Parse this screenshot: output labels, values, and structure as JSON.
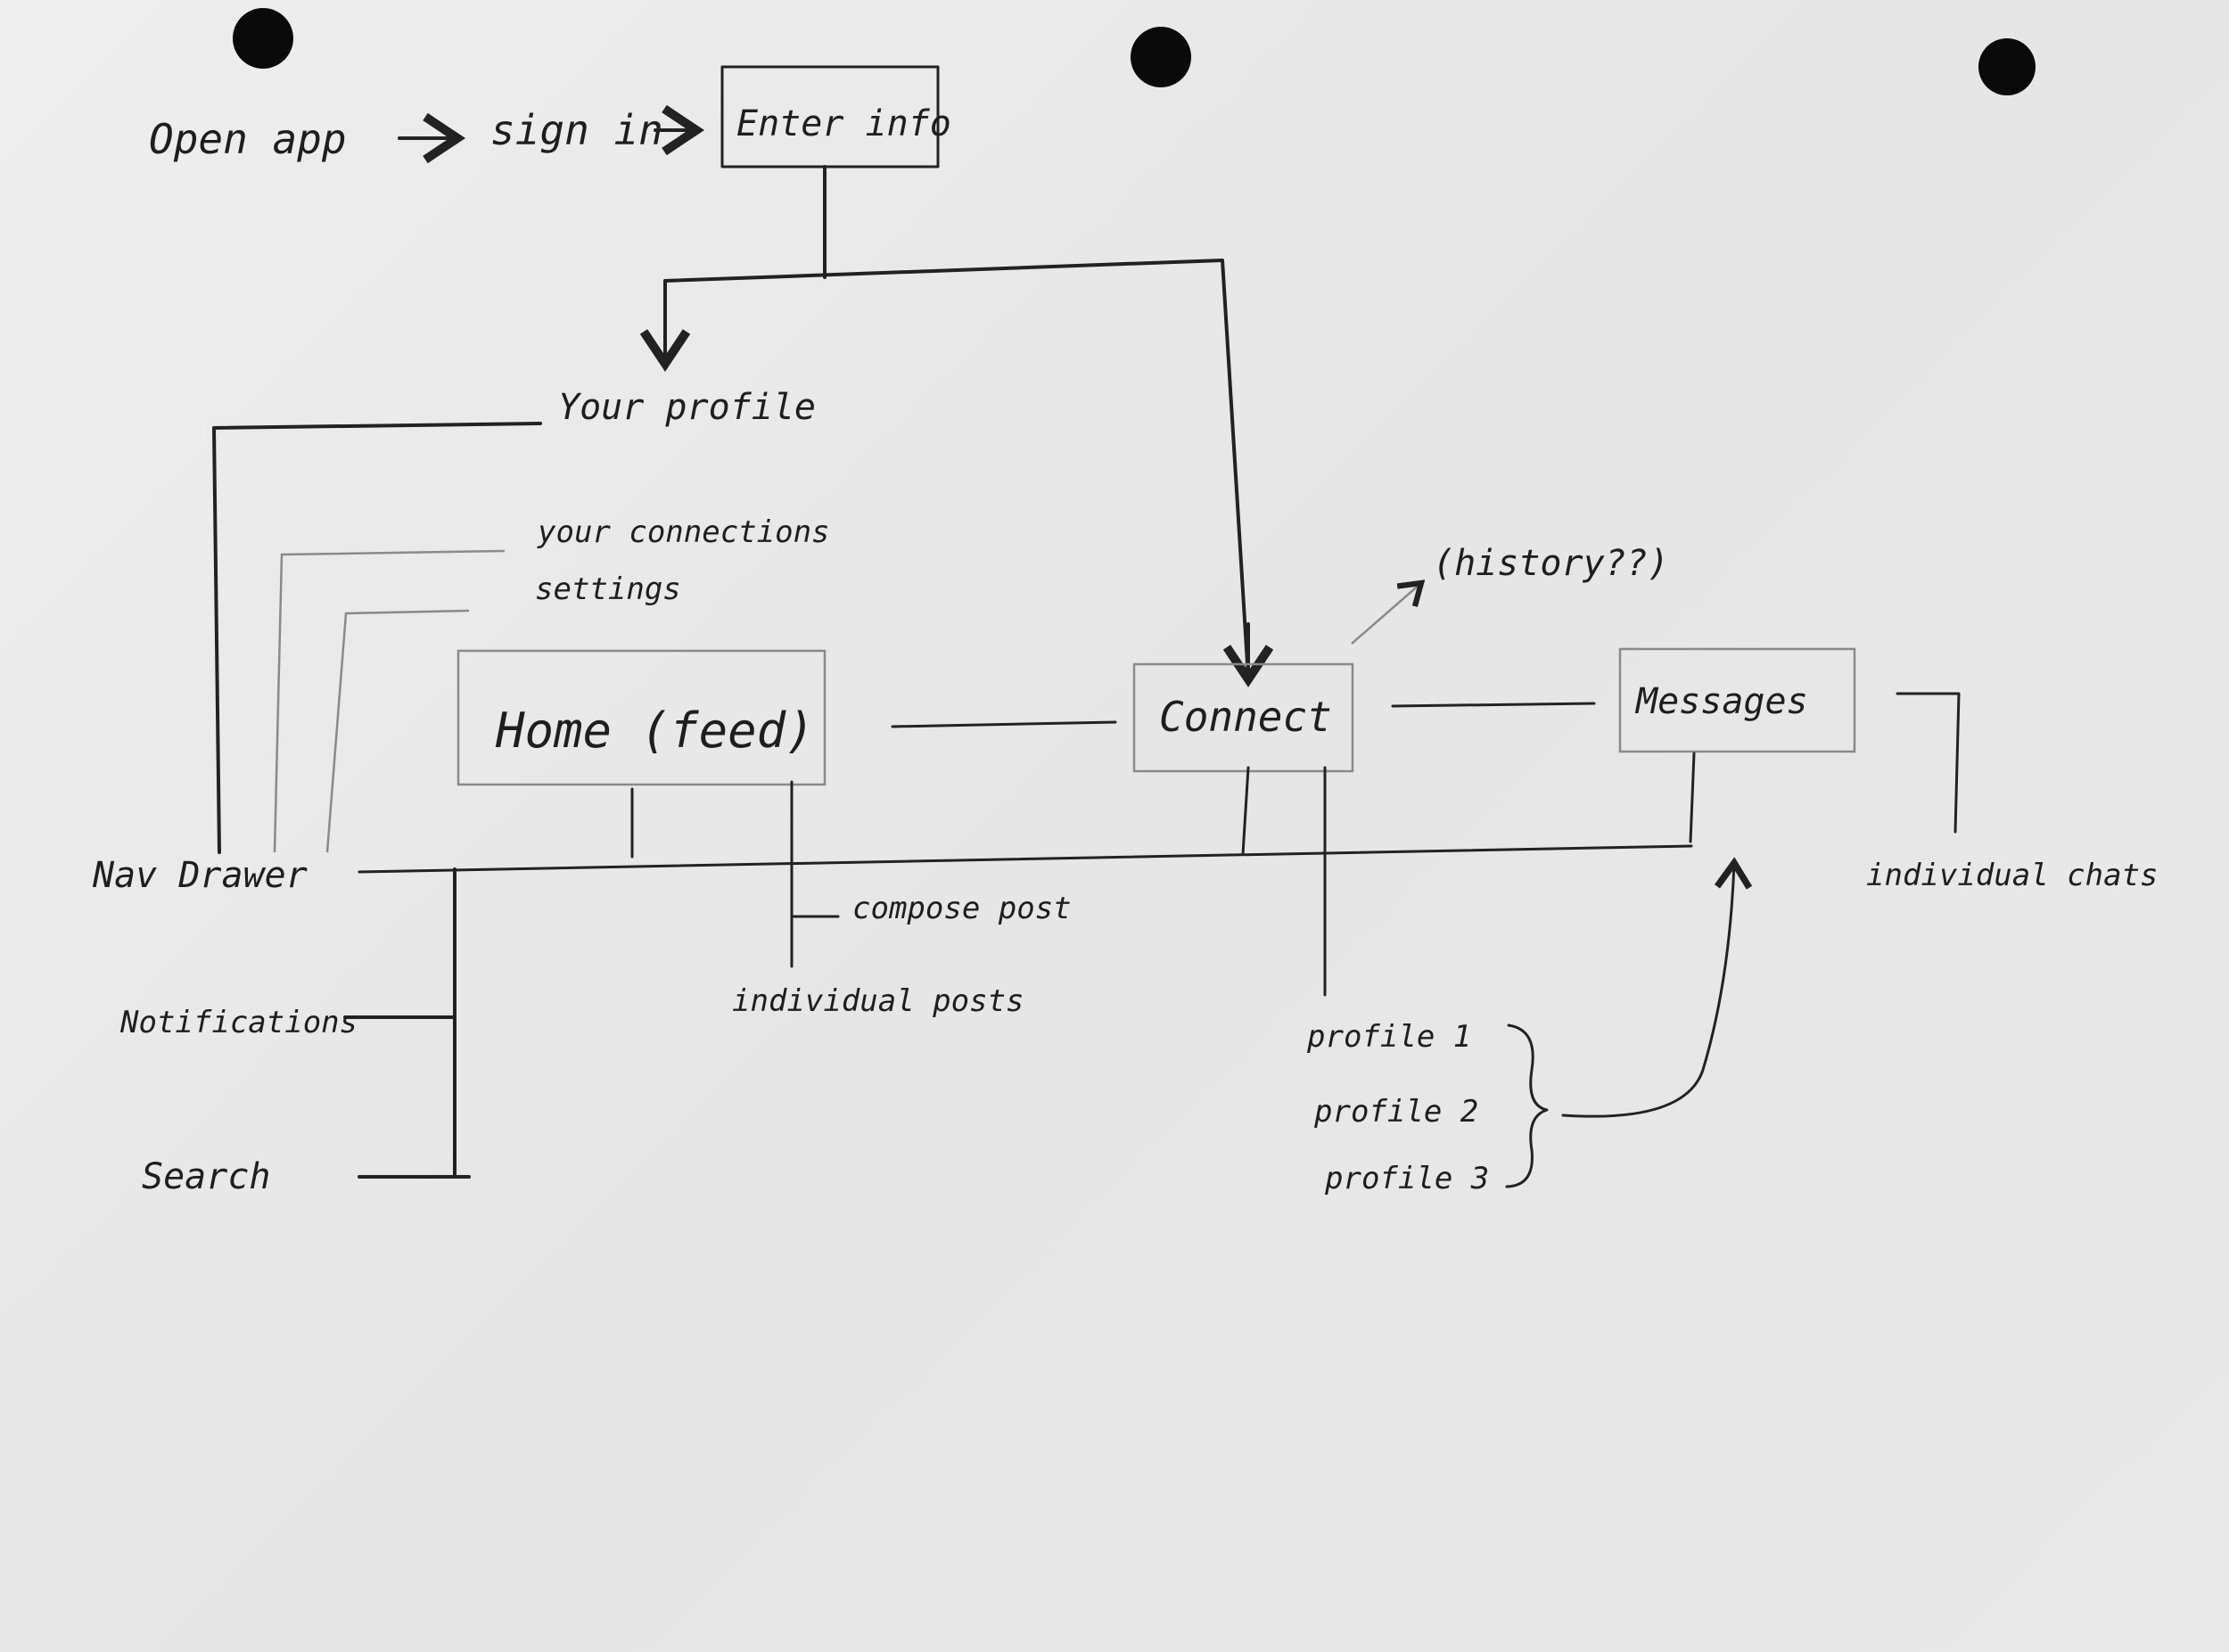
{
  "diagram": {
    "title": "App navigation flow sketch",
    "nodes": {
      "open_app": "Open app",
      "sign_in": "sign in",
      "enter_info": "Enter info",
      "your_profile": "Your profile",
      "your_connections": "your connections",
      "settings": "settings",
      "home": "Home (feed)",
      "connect": "Connect",
      "history": "(history??)",
      "messages": "Messages",
      "individual_chats": "individual chats",
      "nav_drawer": "Nav Drawer",
      "notifications": "Notifications",
      "search": "Search",
      "compose_post": "compose post",
      "individual_posts": "individual posts",
      "profile_1": "profile 1",
      "profile_2": "profile 2",
      "profile_3": "profile 3"
    },
    "colors": {
      "ink": "#222222",
      "paper": "#e9e9e9"
    }
  }
}
